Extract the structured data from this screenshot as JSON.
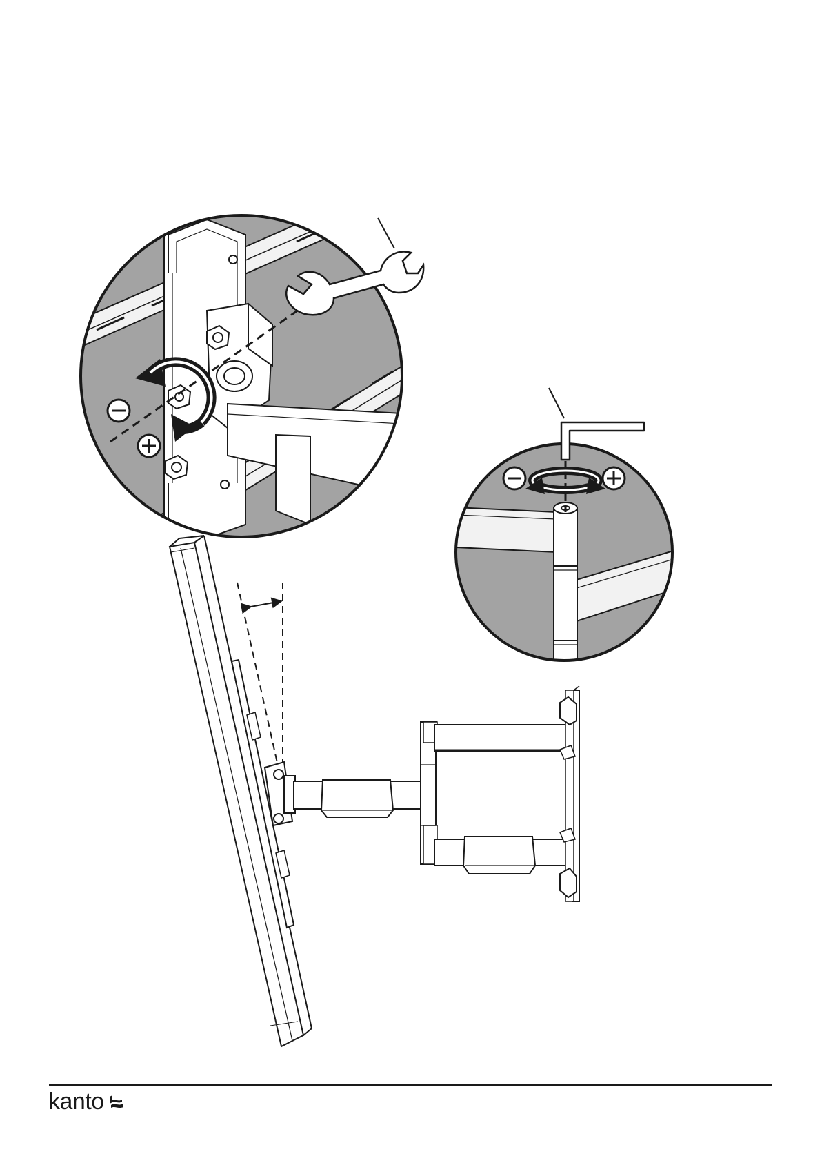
{
  "brand": {
    "name": "kanto",
    "mark_icon": "kanto-wave-icon",
    "colors": {
      "ink": "#1a1a1a",
      "panel_fill": "#a3a3a3",
      "paper": "#ffffff"
    }
  },
  "callouts": [
    {
      "id": "bolt-detail",
      "tools": [
        "wrench-icon"
      ],
      "symbols": [
        "minus-sign-icon",
        "plus-sign-icon"
      ],
      "rotation_icon": "rotate-arrows-icon"
    },
    {
      "id": "pivot-detail",
      "tools": [
        "hex-key-icon"
      ],
      "symbols": [
        "minus-sign-icon",
        "plus-sign-icon"
      ],
      "rotation_icon": "rotate-arrows-icon"
    }
  ],
  "main_view": {
    "subject": "tv-on-articulating-wall-mount",
    "tilt_indicator_icon": "double-arrow-icon"
  }
}
